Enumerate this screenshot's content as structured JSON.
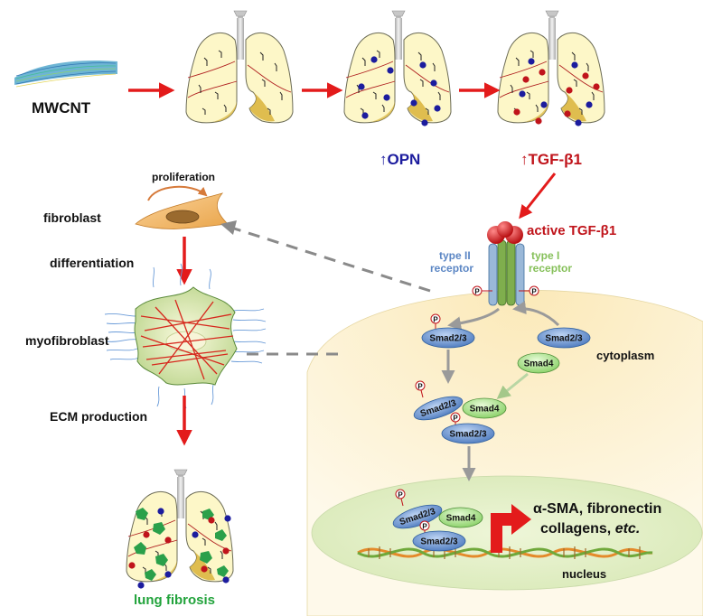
{
  "mwcnt_label": "MWCNT",
  "opn_label": "↑OPN",
  "tgf_label": "↑TGF-β1",
  "active_tgf_label": "active TGF-β1",
  "receptor_type2": {
    "line1": "type II",
    "line2": "receptor"
  },
  "receptor_type1": {
    "line1": "type I",
    "line2": "receptor"
  },
  "phospho_label": "P",
  "smad23_label": "Smad2/3",
  "smad4_label": "Smad4",
  "cytoplasm_label": "cytoplasm",
  "nucleus_label": "nucleus",
  "targets": {
    "line1": "α-SMA, fibronectin",
    "line2_prefix": "collagens, ",
    "line2_suffix": "etc."
  },
  "proliferation_label": "proliferation",
  "fibroblast_label": "fibroblast",
  "differentiation_label": "differentiation",
  "myofibroblast_label": "myofibroblast",
  "ecm_label": "ECM production",
  "fibrosis_label": "lung fibrosis",
  "colors": {
    "arrow_red": "#e31b1b",
    "opn_blue": "#1c1c9e",
    "tgf_red": "#c0141b",
    "fibrosis_green": "#22a33c",
    "lung_fill": "#fdf7c8",
    "smad_blue": "#5b86c4",
    "smad4_green": "#a8e28a",
    "receptor_green": "#7fae4d",
    "cytoplasm": "#fbf0c6",
    "nucleus": "#e4f0c9"
  }
}
